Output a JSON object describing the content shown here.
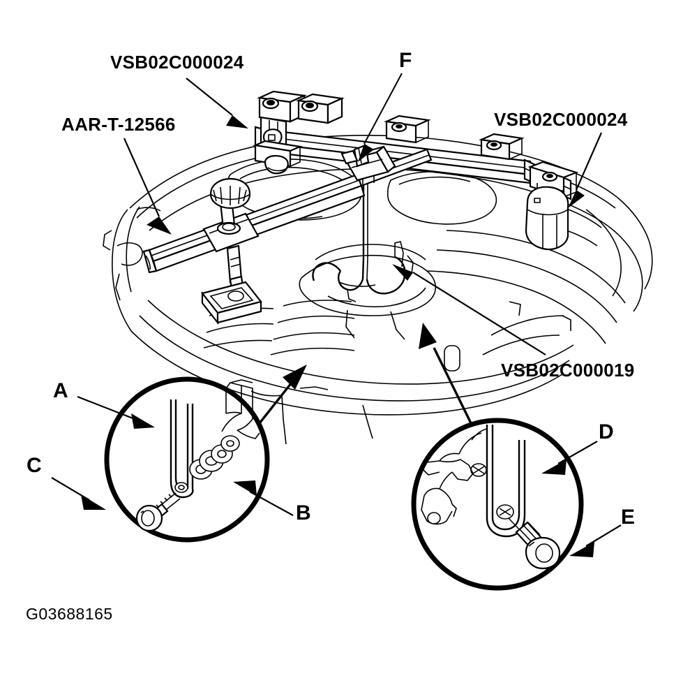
{
  "figure": {
    "number": "G03688165",
    "kind": "line-art technical illustration",
    "subject": "Engine support bar installed across engine compartment"
  },
  "callouts": {
    "tool_top_left": "VSB02C000024",
    "tool_left": "AAR-T-12566",
    "tool_center": "F",
    "tool_top_right": "VSB02C000024",
    "tool_hook": "VSB02C000019"
  },
  "detail_left": {
    "items": [
      {
        "key": "A",
        "label": "A"
      },
      {
        "key": "C",
        "label": "C"
      },
      {
        "key": "B",
        "label": "B"
      }
    ]
  },
  "detail_right": {
    "items": [
      {
        "key": "D",
        "label": "D"
      },
      {
        "key": "E",
        "label": "E"
      }
    ]
  },
  "colors": {
    "ink": "#000000",
    "paper": "#ffffff"
  }
}
